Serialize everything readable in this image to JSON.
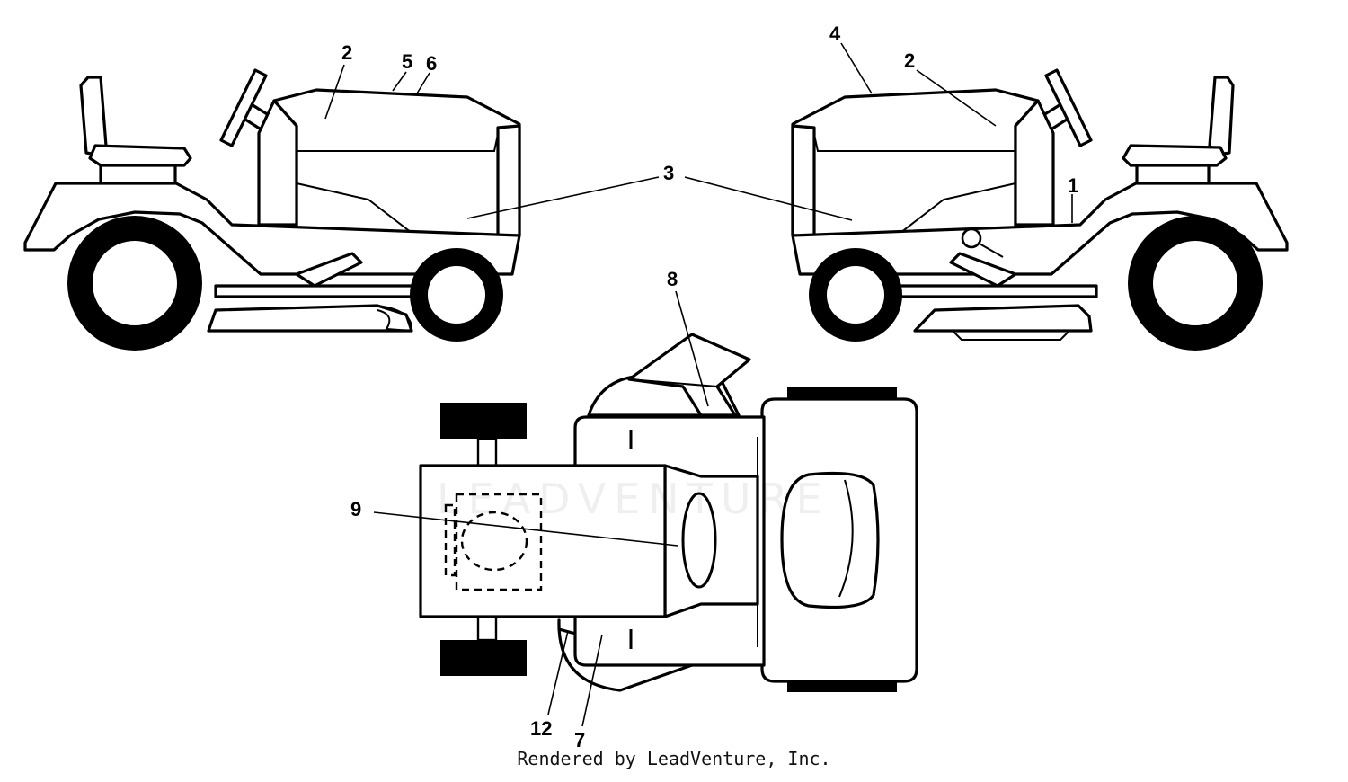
{
  "diagram": {
    "callouts": {
      "c1": "1",
      "c2_left": "2",
      "c2_right": "2",
      "c3": "3",
      "c4": "4",
      "c5": "5",
      "c6": "6",
      "c7": "7",
      "c8": "8",
      "c9": "9",
      "c12": "12"
    },
    "watermark": "LEADVENTURE",
    "credit": "Rendered by LeadVenture, Inc."
  },
  "colors": {
    "line": "#000000",
    "background": "#ffffff"
  }
}
